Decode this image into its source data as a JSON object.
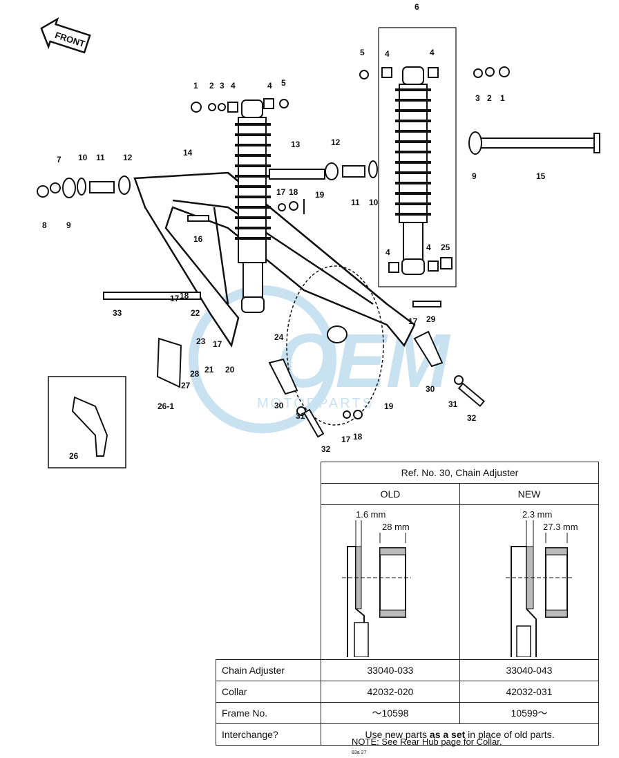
{
  "front_badge": "FRONT",
  "watermark": {
    "brand": "OEM",
    "sub": "MOTORPARTS",
    "color": "#9ccbe8"
  },
  "callouts": {
    "c1a": "1",
    "c2a": "2",
    "c3a": "3",
    "c4a": "4",
    "c4b": "4",
    "c5a": "5",
    "c6": "6",
    "c5b": "5",
    "c4c": "4",
    "c4d": "4",
    "c3b": "3",
    "c2b": "2",
    "c1b": "1",
    "c7": "7",
    "c10a": "10",
    "c11a": "11",
    "c12a": "12",
    "c14": "14",
    "c13": "13",
    "c12b": "12",
    "c8": "8",
    "c9a": "9",
    "c9b": "9",
    "c15": "15",
    "c17a": "17",
    "c18a": "18",
    "c19a": "19",
    "c11b": "11",
    "c10b": "10",
    "c16": "16",
    "c4e": "4",
    "c4f": "4",
    "c25": "25",
    "c33": "33",
    "c17b": "17",
    "c18b": "18",
    "c22": "22",
    "c23": "23",
    "c17c": "17",
    "c24": "24",
    "c21": "21",
    "c20": "20",
    "c28": "28",
    "c27": "27",
    "c26_1": "26-1",
    "c26": "26",
    "c30a": "30",
    "c31a": "31",
    "c19b": "19",
    "c32a": "32",
    "c17d": "17",
    "c18d": "18",
    "c17e": "17",
    "c29": "29",
    "c30b": "30",
    "c31b": "31",
    "c32b": "32"
  },
  "table": {
    "title": "Ref. No. 30, Chain Adjuster",
    "col_old": "OLD",
    "col_new": "NEW",
    "old_dims": {
      "thickness": "1.6 mm",
      "length": "28 mm"
    },
    "new_dims": {
      "thickness": "2.3 mm",
      "length": "27.3 mm"
    },
    "rows": [
      {
        "label": "Chain Adjuster",
        "old": "33040-033",
        "new": "33040-043"
      },
      {
        "label": "Collar",
        "old": "42032-020",
        "new": "42032-031"
      },
      {
        "label": "Frame No.",
        "old": "～10598",
        "new": "10599～"
      }
    ],
    "interchange_label": "Interchange?",
    "interchange_pre": "Use new parts",
    "interchange_bold": "as a set",
    "interchange_post": "in place of old parts."
  },
  "note": "NOTE: See Rear Hub page for Collar.",
  "code": "83a 27"
}
